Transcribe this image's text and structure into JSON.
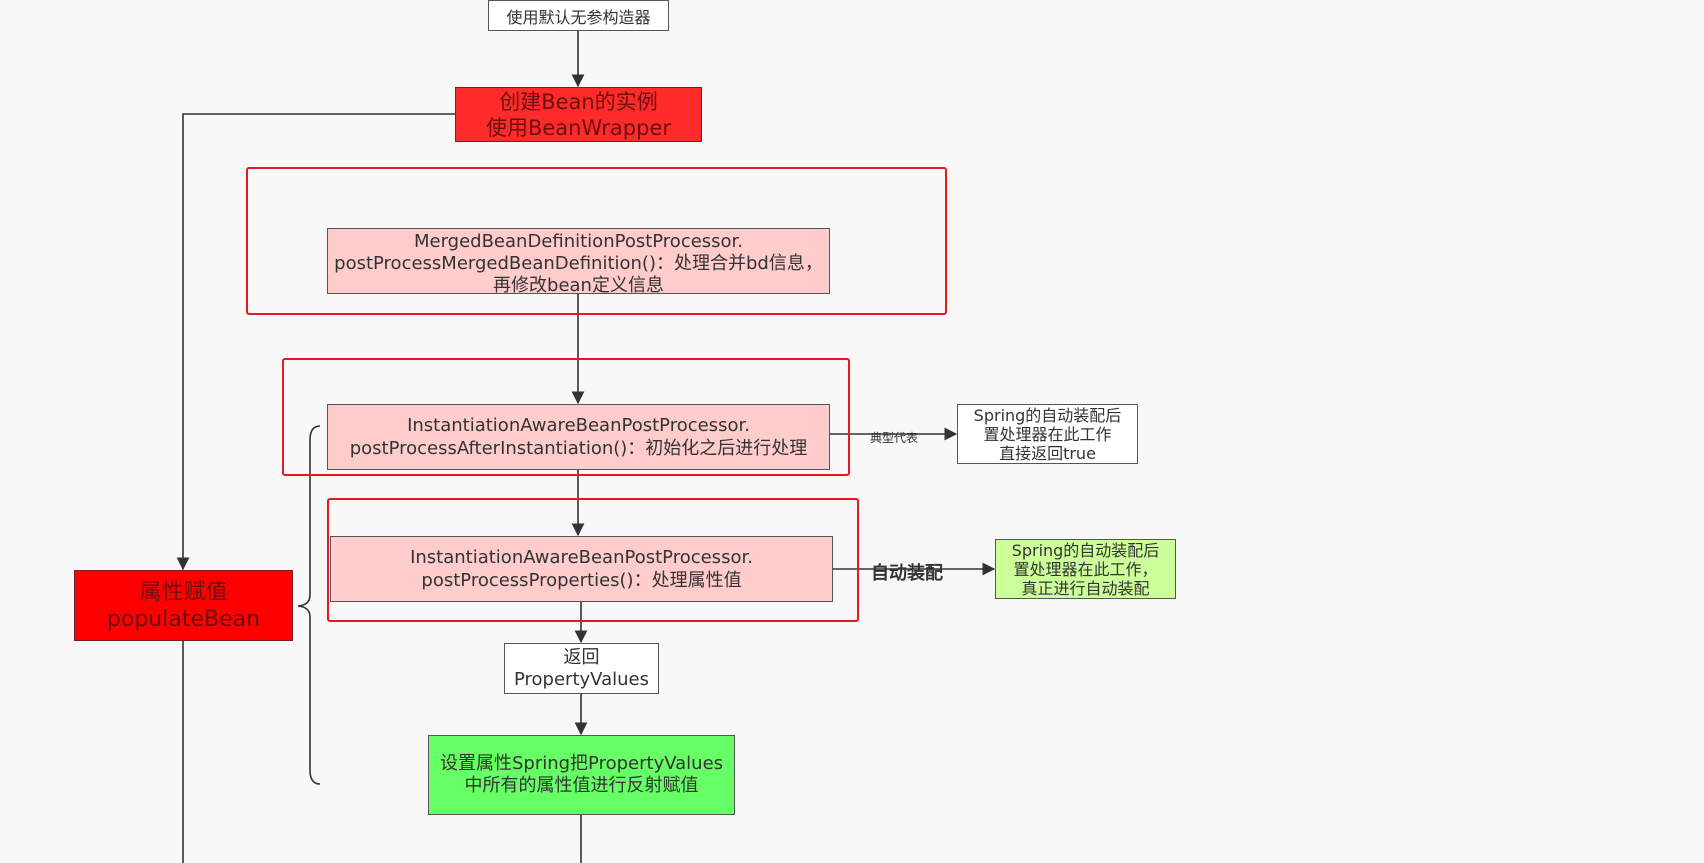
{
  "diagram": {
    "nodes": {
      "default_ctor": {
        "lines": [
          "使用默认无参构造器"
        ]
      },
      "create_bean": {
        "lines": [
          "创建Bean的实例",
          "使用BeanWrapper"
        ]
      },
      "merged": {
        "lines": [
          "MergedBeanDefinitionPostProcessor.",
          "postProcessMergedBeanDefinition()：处理合并bd信息，",
          "再修改bean定义信息"
        ]
      },
      "after_inst": {
        "lines": [
          "InstantiationAwareBeanPostProcessor.",
          "postProcessAfterInstantiation()：初始化之后进行处理"
        ]
      },
      "auto_note": {
        "lines": [
          "Spring的自动装配后",
          "置处理器在此工作",
          "直接返回true"
        ]
      },
      "props": {
        "lines": [
          "InstantiationAwareBeanPostProcessor.",
          "postProcessProperties()：处理属性值"
        ]
      },
      "auto_wire": {
        "lines": [
          "Spring的自动装配后",
          "置处理器在此工作，",
          "真正进行自动装配"
        ]
      },
      "populate": {
        "lines": [
          "属性赋值",
          "populateBean"
        ]
      },
      "return_pv": {
        "lines": [
          "返回",
          "PropertyValues"
        ]
      },
      "set_props": {
        "lines": [
          "设置属性Spring把PropertyValues",
          "中所有的属性值进行反射赋值"
        ]
      }
    },
    "edge_labels": {
      "typical": "典型代表",
      "autowire": "自动装配"
    }
  }
}
